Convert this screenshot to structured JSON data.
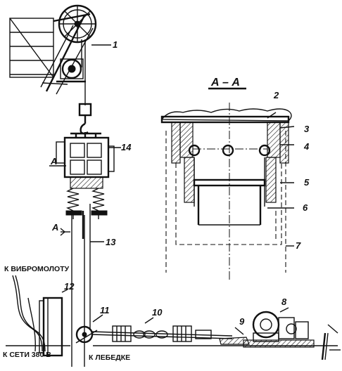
{
  "callouts": {
    "n1": "1",
    "n2": "2",
    "n3": "3",
    "n4": "4",
    "n5": "5",
    "n6": "6",
    "n7": "7",
    "n8": "8",
    "n9": "9",
    "n10": "10",
    "n11": "11",
    "n12": "12",
    "n13": "13",
    "n14": "14"
  },
  "section": {
    "title": "А – А",
    "marker_left": "А",
    "marker_lower": "А"
  },
  "captions": {
    "vibrohammer": "К ВИБРОМОЛОТУ",
    "mains": "К СЕТИ 380 В",
    "winch": "К ЛЕБЕДКЕ"
  }
}
